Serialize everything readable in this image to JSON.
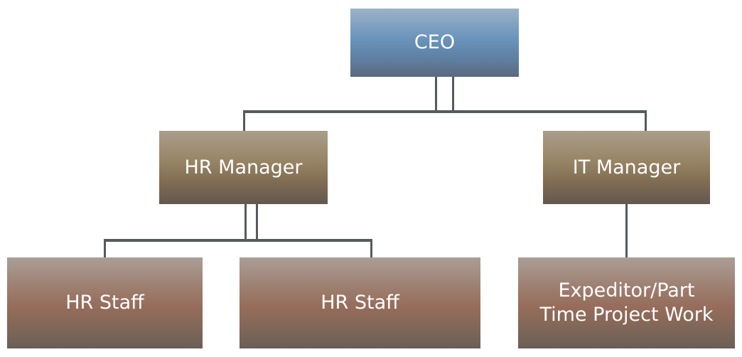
{
  "org_chart": {
    "ceo": {
      "label": "CEO"
    },
    "managers": [
      {
        "label": "HR Manager"
      },
      {
        "label": "IT Manager"
      }
    ],
    "staff": [
      {
        "label": "HR Staff",
        "reports_to": "HR Manager"
      },
      {
        "label": "HR Staff",
        "reports_to": "HR Manager"
      },
      {
        "label": "Expeditor/Part Time Project Work",
        "reports_to": "IT Manager"
      }
    ]
  },
  "colors": {
    "ceo": "#6a93bb",
    "manager": "#958262",
    "staff": "#966c5a",
    "connector": "#555a5e"
  }
}
